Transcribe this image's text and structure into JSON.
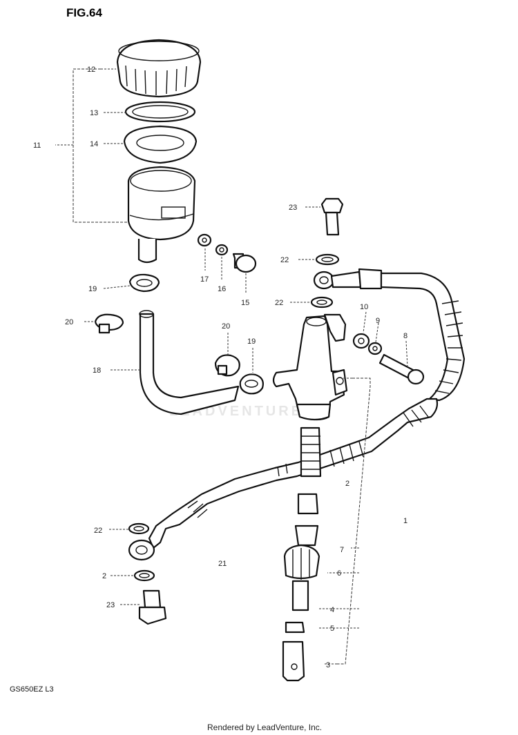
{
  "figure": {
    "title": "FIG.64",
    "model_code": "GS650EZ  L3"
  },
  "footer": {
    "credit": "Rendered by LeadVenture, Inc."
  },
  "watermark": {
    "text": "LEADVENTURE"
  },
  "callouts": [
    {
      "id": "c12",
      "text": "12"
    },
    {
      "id": "c13",
      "text": "13"
    },
    {
      "id": "c14",
      "text": "14"
    },
    {
      "id": "c11",
      "text": "11"
    },
    {
      "id": "c23",
      "text": "23"
    },
    {
      "id": "c22a",
      "text": "22"
    },
    {
      "id": "c22b",
      "text": "22"
    },
    {
      "id": "c17",
      "text": "17"
    },
    {
      "id": "c16",
      "text": "16"
    },
    {
      "id": "c15",
      "text": "15"
    },
    {
      "id": "c19a",
      "text": "19"
    },
    {
      "id": "c20a",
      "text": "20"
    },
    {
      "id": "c18",
      "text": "18"
    },
    {
      "id": "c20b",
      "text": "20"
    },
    {
      "id": "c19b",
      "text": "19"
    },
    {
      "id": "c10",
      "text": "10"
    },
    {
      "id": "c9",
      "text": "9"
    },
    {
      "id": "c8",
      "text": "8"
    },
    {
      "id": "c2a",
      "text": "2"
    },
    {
      "id": "c1",
      "text": "1"
    },
    {
      "id": "c22c",
      "text": "22"
    },
    {
      "id": "c21",
      "text": "21"
    },
    {
      "id": "c7",
      "text": "7"
    },
    {
      "id": "c2b",
      "text": "2"
    },
    {
      "id": "c6",
      "text": "6"
    },
    {
      "id": "c23b",
      "text": "23"
    },
    {
      "id": "c4",
      "text": "4"
    },
    {
      "id": "c5",
      "text": "5"
    },
    {
      "id": "c3",
      "text": "3"
    }
  ]
}
